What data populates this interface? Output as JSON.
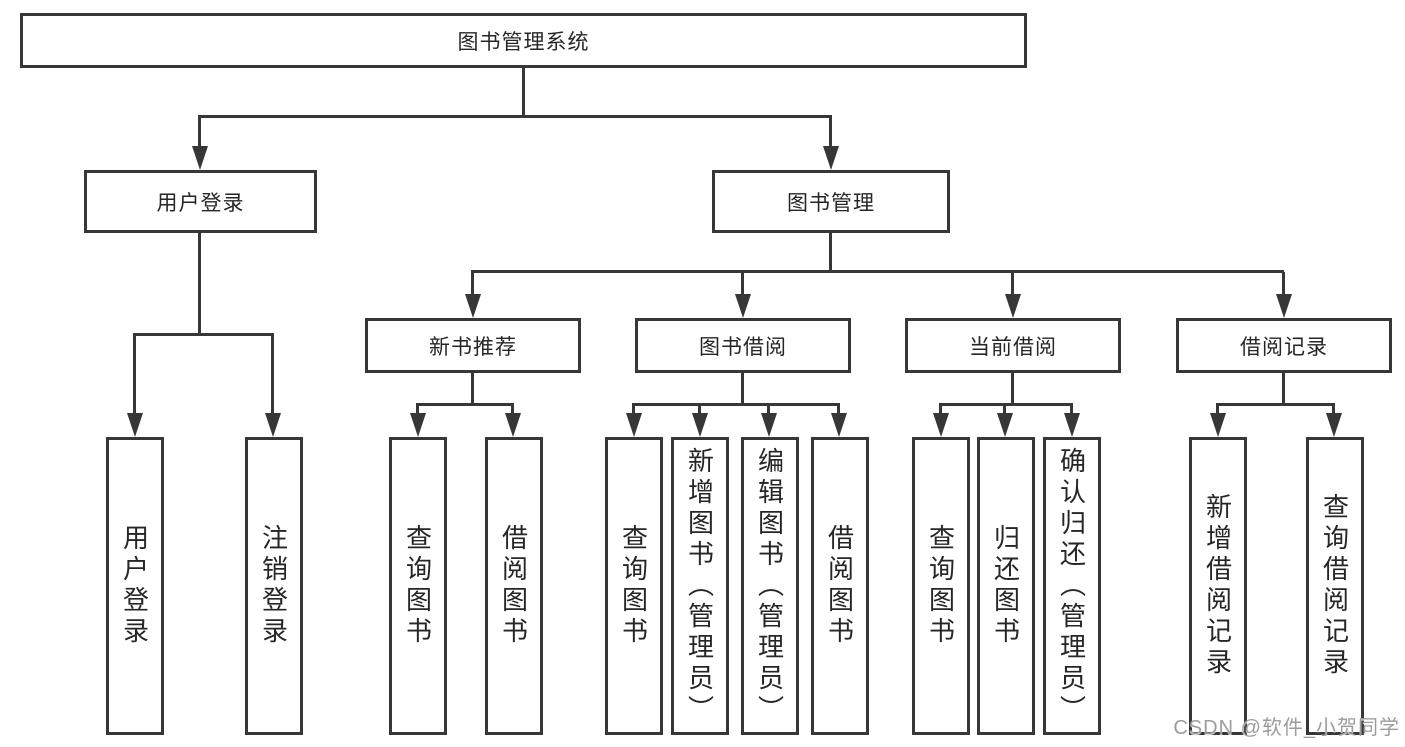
{
  "nodes": {
    "root": "图书管理系统",
    "level2": {
      "user_login": "用户登录",
      "book_management": "图书管理"
    },
    "level3": {
      "new_book_recommend": "新书推荐",
      "book_borrow": "图书借阅",
      "current_borrow": "当前借阅",
      "borrow_record": "借阅记录"
    },
    "leaves": {
      "user_login": "用户登录",
      "logout": "注销登录",
      "recommend_query_book": "查询图书",
      "recommend_borrow_book": "借阅图书",
      "borrow_query_book": "查询图书",
      "borrow_add_book": "新增图书（管理员）",
      "borrow_edit_book": "编辑图书（管理员）",
      "borrow_borrow_book": "借阅图书",
      "current_query_book": "查询图书",
      "current_return_book": "归还图书",
      "current_confirm_return": "确认归还（管理员）",
      "record_add": "新增借阅记录",
      "record_query": "查询借阅记录"
    }
  },
  "watermark": "CSDN @软件_小贺同学",
  "colors": {
    "line": "#373737",
    "text": "#262626",
    "background": "#ffffff",
    "watermark": "#9c9c9c"
  }
}
